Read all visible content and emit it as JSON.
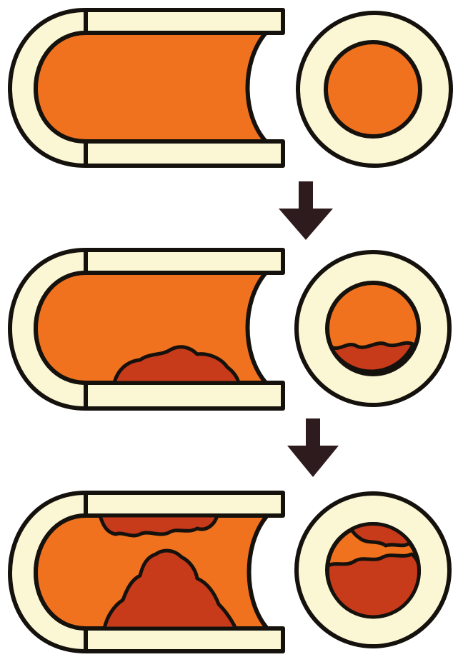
{
  "colors": {
    "background": "#ffffff",
    "outline": "#15110d",
    "vessel_wall": "#fbf7d5",
    "blood": "#f0721e",
    "plaque": "#c73a1a",
    "arrow": "#2e1b1e"
  },
  "stages": [
    {
      "stage": 1,
      "plaque_level": "none"
    },
    {
      "stage": 2,
      "plaque_level": "partial"
    },
    {
      "stage": 3,
      "plaque_level": "severe"
    }
  ],
  "arrows": [
    {
      "from_stage": 1,
      "to_stage": 2,
      "icon": "arrow-down-icon"
    },
    {
      "from_stage": 2,
      "to_stage": 3,
      "icon": "arrow-down-icon"
    }
  ]
}
